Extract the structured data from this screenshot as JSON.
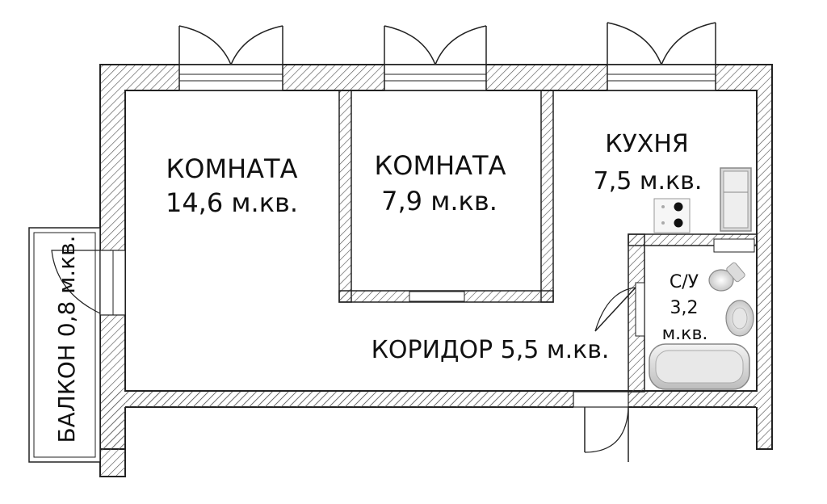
{
  "rooms": {
    "room1": {
      "name": "КОМНАТА",
      "area": "14,6 м.кв."
    },
    "room2": {
      "name": "КОМНАТА",
      "area": "7,9 м.кв."
    },
    "kitchen": {
      "name": "КУХНЯ",
      "area": "7,5 м.кв."
    },
    "bathroom": {
      "name": "С/У",
      "area_value": "3,2",
      "area_unit": "м.кв."
    },
    "corridor": {
      "label": "КОРИДОР 5,5 м.кв."
    },
    "balcony": {
      "label": "БАЛКОН 0,8 м.кв."
    }
  },
  "colors": {
    "wall_line": "#222222",
    "hatch": "#555555",
    "background": "#ffffff",
    "fixture": "#d8d8d8"
  }
}
